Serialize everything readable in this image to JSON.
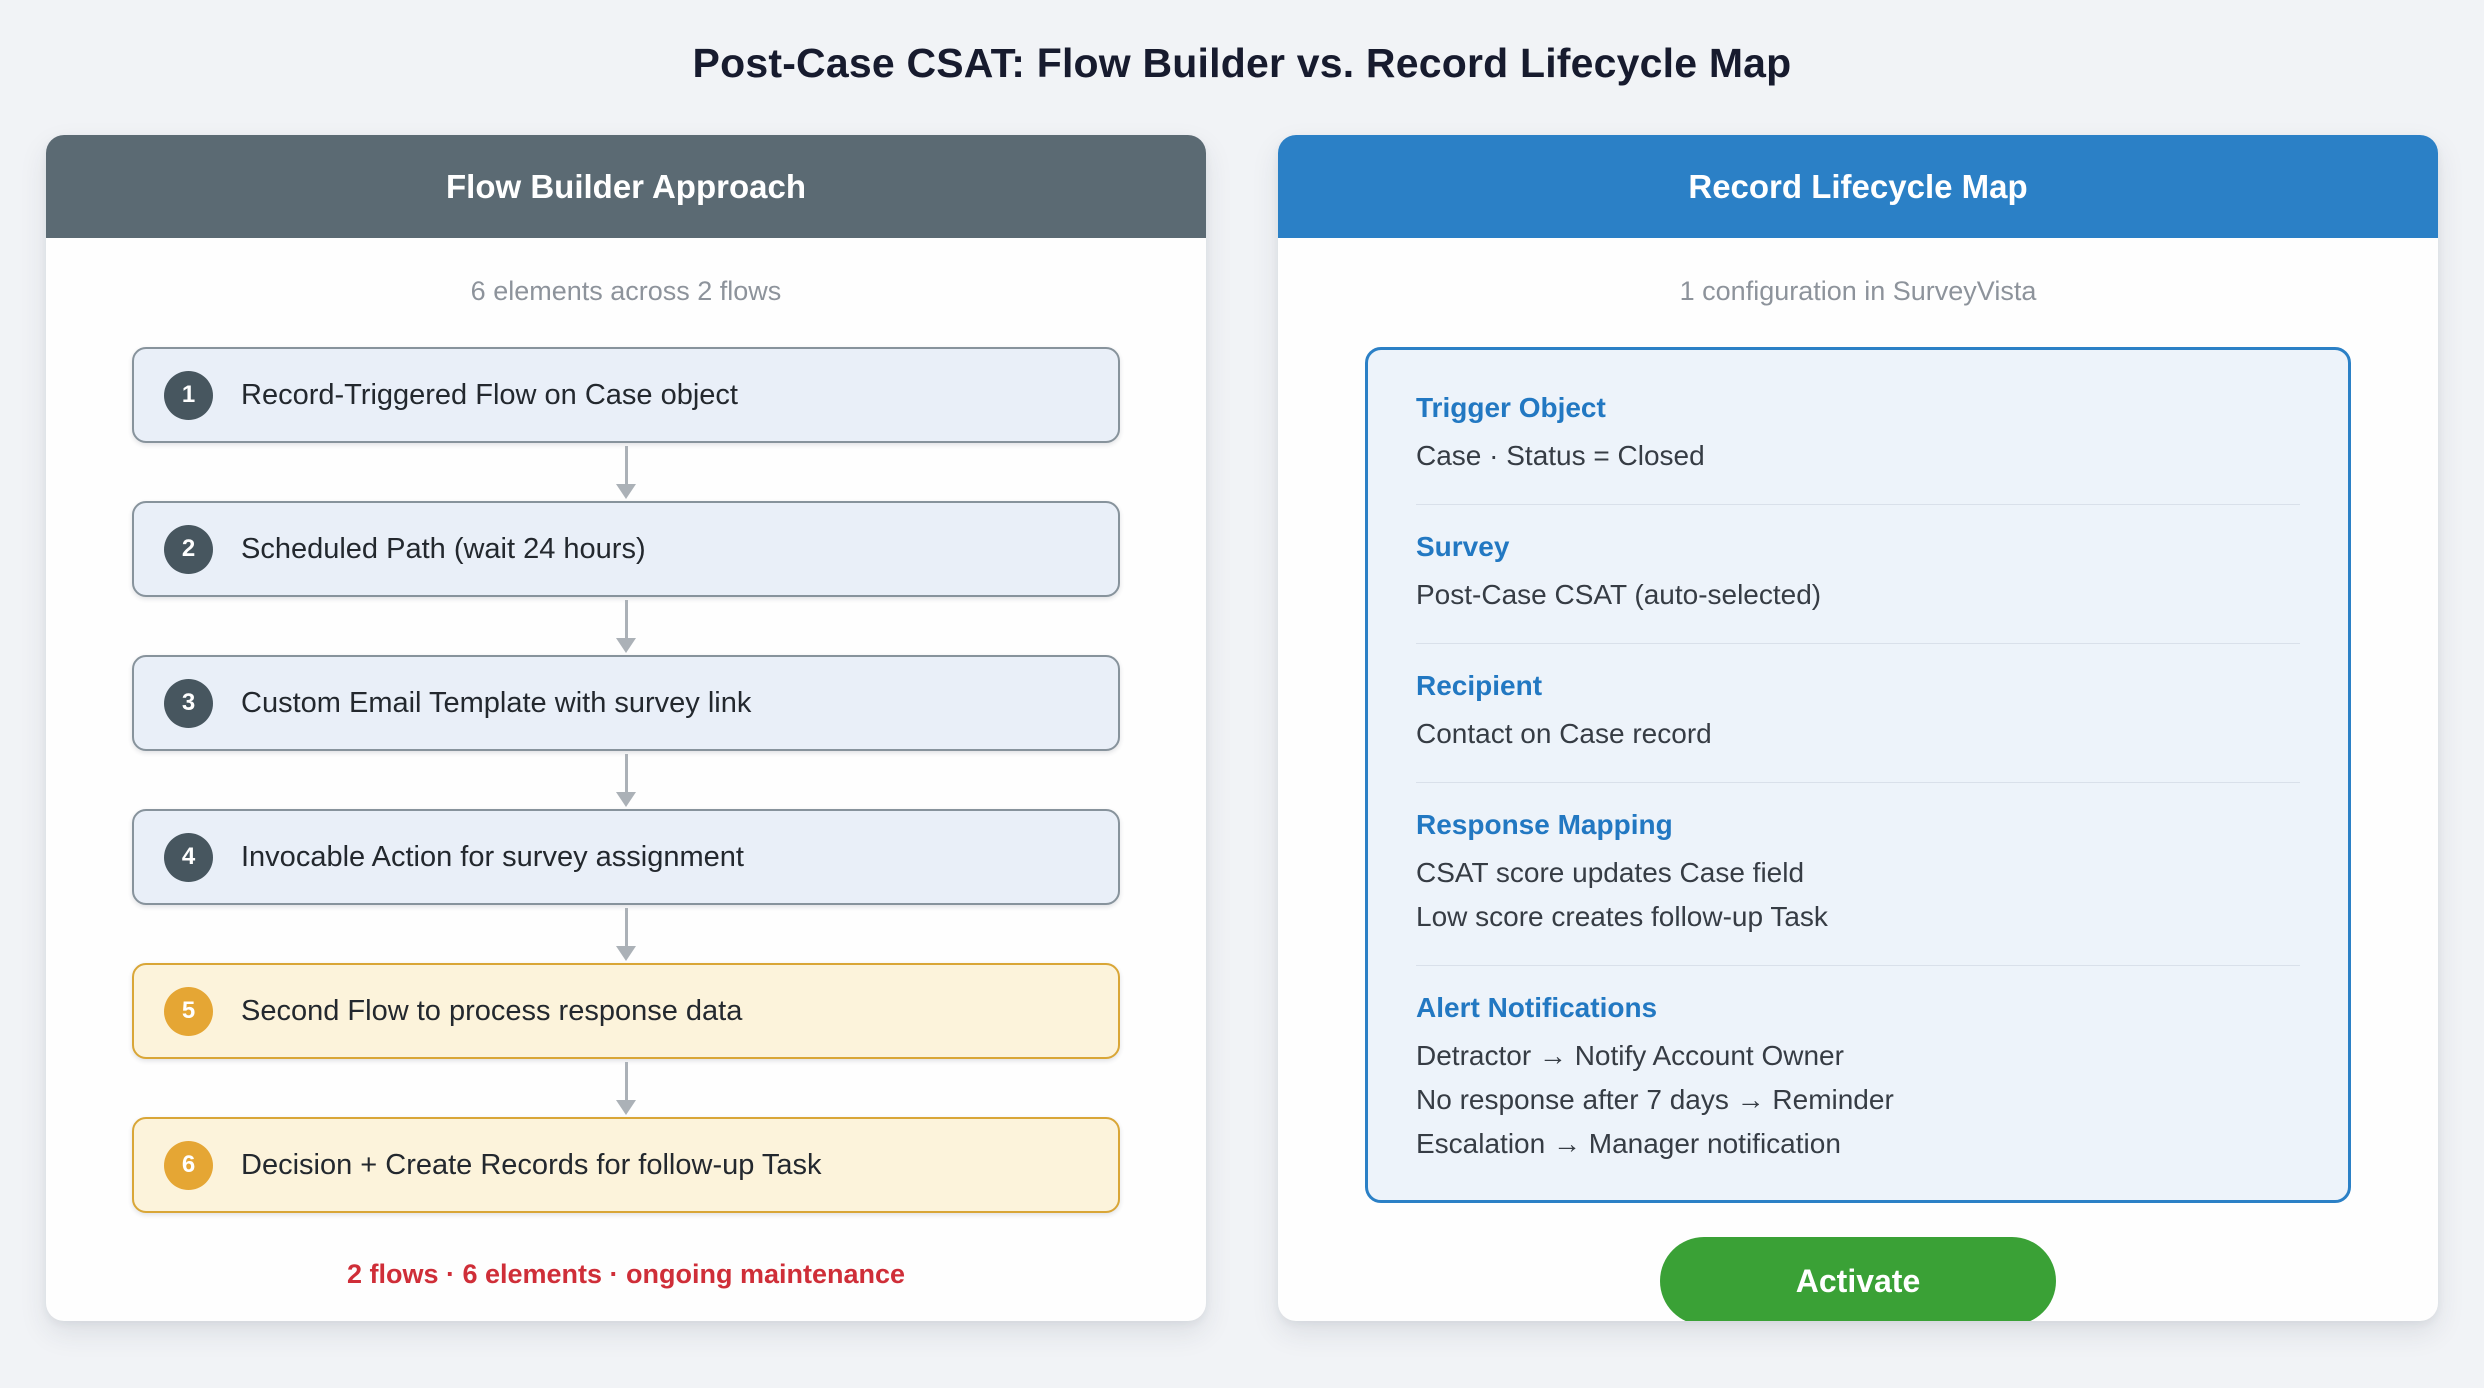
{
  "page": {
    "title": "Post-Case CSAT: Flow Builder vs. Record Lifecycle Map"
  },
  "flow_builder": {
    "header": "Flow Builder Approach",
    "subtitle": "6 elements across 2 flows",
    "steps": [
      {
        "num": "1",
        "label": "Record-Triggered Flow on Case object",
        "variant": "blue"
      },
      {
        "num": "2",
        "label": "Scheduled Path (wait 24 hours)",
        "variant": "blue"
      },
      {
        "num": "3",
        "label": "Custom Email Template with survey link",
        "variant": "blue"
      },
      {
        "num": "4",
        "label": "Invocable Action for survey assignment",
        "variant": "blue"
      },
      {
        "num": "5",
        "label": "Second Flow to process response data",
        "variant": "amber"
      },
      {
        "num": "6",
        "label": "Decision + Create Records for follow-up Task",
        "variant": "amber"
      }
    ],
    "summary": "2 flows · 6 elements · ongoing maintenance"
  },
  "lifecycle": {
    "header": "Record Lifecycle Map",
    "subtitle": "1 configuration in SurveyVista",
    "sections": [
      {
        "heading": "Trigger Object",
        "lines": [
          "Case · Status = Closed"
        ]
      },
      {
        "heading": "Survey",
        "lines": [
          "Post-Case CSAT (auto-selected)"
        ]
      },
      {
        "heading": "Recipient",
        "lines": [
          "Contact on Case record"
        ]
      },
      {
        "heading": "Response Mapping",
        "lines": [
          "CSAT score updates Case field",
          "Low score creates follow-up Task"
        ]
      },
      {
        "heading": "Alert Notifications",
        "lines": [
          "Detractor → Notify Account Owner",
          "No response after 7 days → Reminder",
          "Escalation → Manager notification"
        ]
      }
    ],
    "activate_label": "Activate"
  },
  "colors": {
    "page_background": "#f1f3f6",
    "slate_header": "#5b6a73",
    "blue_header": "#2b80c6",
    "step_blue_bg": "#e9eff8",
    "step_amber_bg": "#fcf3db",
    "amber_accent": "#e5a634",
    "slate_circle": "#47565f",
    "red_summary": "#cf2e38",
    "green_button": "#3aa136",
    "section_heading_blue": "#2278c2"
  }
}
